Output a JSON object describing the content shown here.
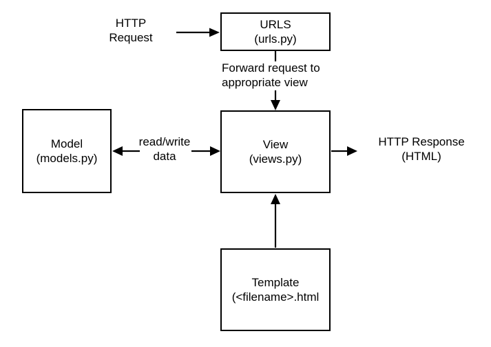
{
  "nodes": {
    "urls": {
      "title": "URLS",
      "subtitle": "(urls.py)"
    },
    "model": {
      "title": "Model",
      "subtitle": "(models.py)"
    },
    "view": {
      "title": "View",
      "subtitle": "(views.py)"
    },
    "template": {
      "title": "Template",
      "subtitle": "(<filename>.html"
    }
  },
  "labels": {
    "http_request": {
      "line1": "HTTP",
      "line2": "Request"
    },
    "forward_request": {
      "line1": "Forward request to",
      "line2": "appropriate view"
    },
    "read_write": {
      "line1": "read/write",
      "line2": "data"
    },
    "http_response": {
      "line1": "HTTP Response",
      "line2": "(HTML)"
    }
  },
  "colors": {
    "background": "#ffffff",
    "stroke": "#000000",
    "text": "#000000"
  }
}
